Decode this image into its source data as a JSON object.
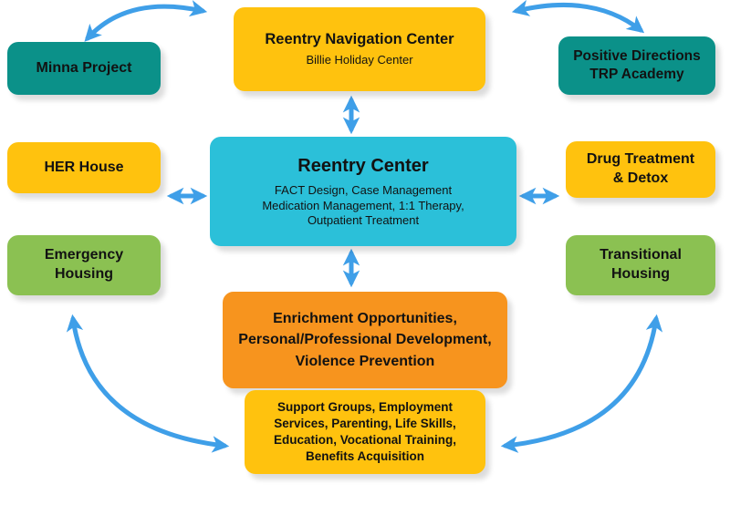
{
  "diagram": {
    "arrow_color": "#3F9FE8",
    "nodes": {
      "navigation": {
        "title": "Reentry Navigation Center",
        "subtitle": "Billie Holiday Center",
        "color": "#FFC20E"
      },
      "minna": {
        "title": "Minna Project",
        "color": "#0B9189"
      },
      "positive": {
        "title": "Positive Directions TRP Academy",
        "color": "#0B9189"
      },
      "her_house": {
        "title": "HER House",
        "color": "#FFC20E"
      },
      "center": {
        "title": "Reentry Center",
        "lines": [
          "FACT Design, Case Management",
          "Medication Management, 1:1 Therapy,",
          "Outpatient Treatment"
        ],
        "color": "#2BC0D9"
      },
      "drug": {
        "title": "Drug Treatment & Detox",
        "color": "#FFC20E"
      },
      "emergency": {
        "title": "Emergency Housing",
        "color": "#8BC152"
      },
      "transitional": {
        "title": "Transitional Housing",
        "color": "#8BC152"
      },
      "enrichment": {
        "title": "Enrichment Opportunities, Personal/Professional Development, Violence Prevention",
        "color": "#F7941E"
      },
      "support": {
        "title": "Support Groups, Employment Services, Parenting, Life Skills, Education, Vocational Training, Benefits Acquisition",
        "color": "#FFC20E"
      }
    },
    "edges": [
      {
        "from": "minna",
        "to": "navigation",
        "style": "curved",
        "bidirectional": true
      },
      {
        "from": "navigation",
        "to": "positive",
        "style": "curved",
        "bidirectional": true
      },
      {
        "from": "navigation",
        "to": "center",
        "style": "straight",
        "bidirectional": true
      },
      {
        "from": "center",
        "to": "her_house",
        "style": "straight",
        "bidirectional": true
      },
      {
        "from": "center",
        "to": "drug",
        "style": "straight",
        "bidirectional": true
      },
      {
        "from": "center",
        "to": "enrichment",
        "style": "straight",
        "bidirectional": true
      },
      {
        "from": "emergency",
        "to": "support",
        "style": "curved",
        "bidirectional": true
      },
      {
        "from": "transitional",
        "to": "support",
        "style": "curved",
        "bidirectional": true
      }
    ]
  }
}
